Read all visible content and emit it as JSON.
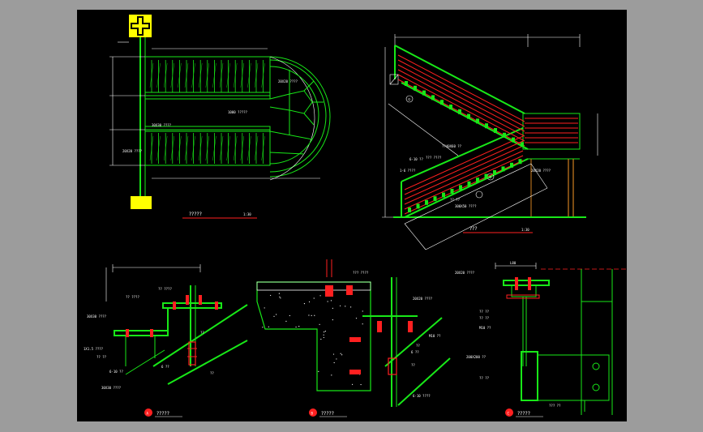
{
  "titles": {
    "plan": "?????",
    "plan_scale": "1:30",
    "elevation": "???",
    "elevation_scale": "1:30",
    "detail_a": "?????",
    "detail_b": "?????",
    "detail_c": "?????"
  },
  "markers": {
    "a": "A",
    "b": "B",
    "c": "C",
    "e1": "①",
    "e2": "②"
  },
  "labels": {
    "plan": [
      "20X20 ????",
      "1000 ?????",
      "30X30 ????",
      "20X20 ????"
    ],
    "elevation": [
      "??40X60 ??",
      "??? ????",
      "20X20 ????",
      "6-10 ??",
      "1-6 ????",
      "?? ??",
      "300X50 ????"
    ],
    "detail_a": [
      "?? ????",
      "?? ????",
      "30X30 ????",
      "1X1.5 ????",
      "?? ??",
      "??",
      "6 ??",
      "6-10 ??",
      "??",
      "30X30 ????"
    ],
    "detail_b": [
      "??? ????",
      "20X20 ????",
      "M10 ??",
      "??",
      "6 ??",
      "??",
      "6-10 ????"
    ],
    "detail_c": [
      "20X20 ????",
      "L80",
      "?? ??",
      "?? ??",
      "M10 ??",
      "200X200 ??",
      "?? ??",
      "??? ??"
    ]
  },
  "colors": {
    "line": "#18e818",
    "dim": "#ffffff",
    "cut": "#ff2020",
    "accent": "#ffff00",
    "canvas": "#000000",
    "frame": "#9c9c9c"
  }
}
